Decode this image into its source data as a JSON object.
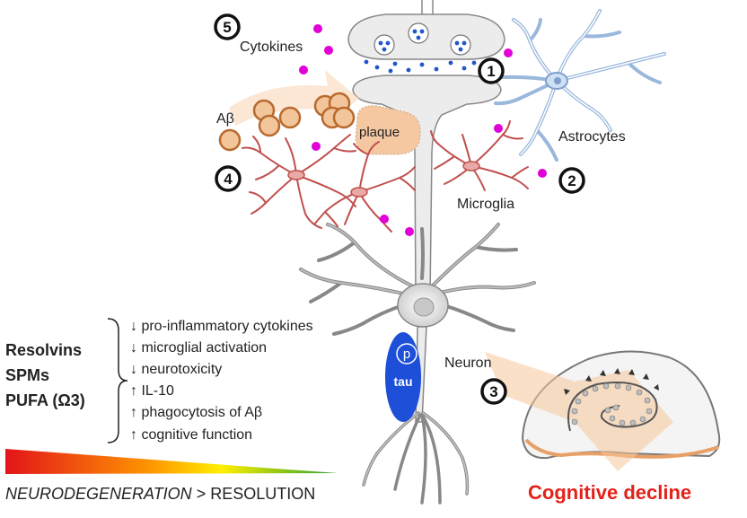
{
  "steps": {
    "s1": "1",
    "s2": "2",
    "s3": "3",
    "s4": "4",
    "s5": "5"
  },
  "labels": {
    "cytokines": "Cytokines",
    "abeta": "Aβ",
    "plaque": "plaque",
    "astrocytes": "Astrocytes",
    "microglia": "Microglia",
    "neuron": "Neuron",
    "p": "p",
    "tau": "tau",
    "cognitive_decline": "Cognitive decline"
  },
  "treatments": [
    "Resolvins",
    "SPMs",
    "PUFA (Ω3)"
  ],
  "effects": [
    "↓ pro-inflammatory cytokines",
    "↓ microglial activation",
    "↓ neurotoxicity",
    "↑ IL-10",
    "↑ phagocytosis of Aβ",
    "↑ cognitive function"
  ],
  "balance": {
    "left": "NEURODEGENERATION",
    "sep": " > ",
    "right": "RESOLUTION"
  },
  "colors": {
    "cytokine": "#e100d6",
    "vesicle": "#2255cc",
    "astrocyte": "#9ab7dc",
    "microglia": "#c0504d",
    "abeta": "#b86a2e",
    "tau": "#1d4fd8",
    "decline": "#e32119",
    "gradient": [
      "#e3141a",
      "#ffef00",
      "#25a02b"
    ]
  }
}
